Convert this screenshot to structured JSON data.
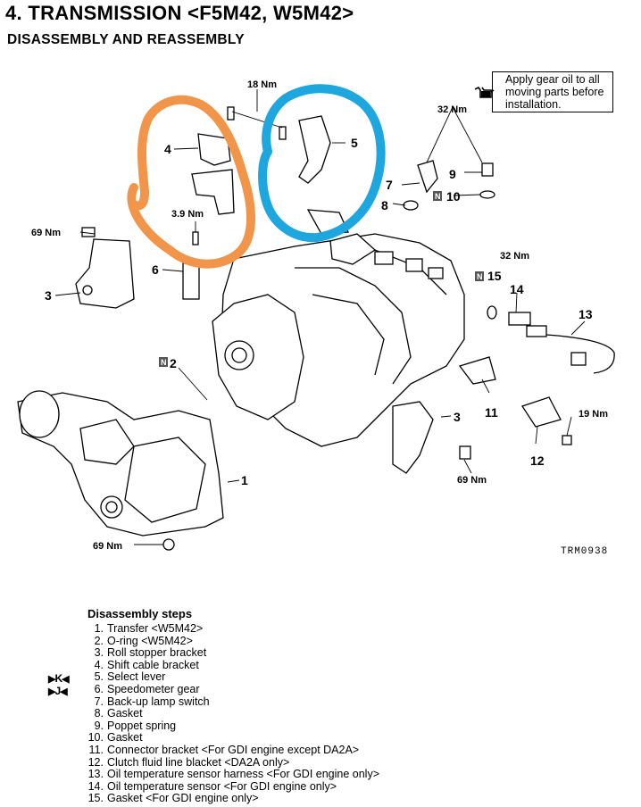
{
  "header": {
    "title": "4. TRANSMISSION <F5M42, W5M42>",
    "subtitle": "DISASSEMBLY AND REASSEMBLY"
  },
  "note": {
    "text_lines": [
      "Apply gear oil to all",
      "moving parts before",
      "installation."
    ],
    "icon": "oil-can-icon"
  },
  "diagram": {
    "part_labels": [
      "1",
      "2",
      "3",
      "4",
      "5",
      "6",
      "7",
      "8",
      "9",
      "10",
      "11",
      "12",
      "13",
      "14",
      "15",
      "3"
    ],
    "torque_labels": [
      "18 Nm",
      "32 Nm",
      "32 Nm",
      "69 Nm",
      "3.9 Nm",
      "19 Nm",
      "69 Nm",
      "69 Nm"
    ],
    "figure_code": "TRM0938",
    "annotation_colors": {
      "orange": "#f0954a",
      "blue": "#1ea6df"
    },
    "n_mark": "N"
  },
  "steps": {
    "title": "Disassembly steps",
    "items": [
      {
        "num": "1.",
        "text": "Transfer <W5M42>"
      },
      {
        "num": "2.",
        "text": "O-ring <W5M42>"
      },
      {
        "num": "3.",
        "text": "Roll stopper bracket"
      },
      {
        "num": "4.",
        "text": "Shift cable bracket"
      },
      {
        "num": "5.",
        "text": "Select lever"
      },
      {
        "num": "6.",
        "text": "Speedometer gear"
      },
      {
        "num": "7.",
        "text": "Back-up lamp switch"
      },
      {
        "num": "8.",
        "text": "Gasket"
      },
      {
        "num": "9.",
        "text": "Poppet spring"
      },
      {
        "num": "10.",
        "text": "Gasket"
      },
      {
        "num": "11.",
        "text": "Connector bracket <For GDI engine except DA2A>"
      },
      {
        "num": "12.",
        "text": "Clutch fluid line blacket <DA2A only>"
      },
      {
        "num": "13.",
        "text": "Oil temperature sensor harness <For GDI engine only>"
      },
      {
        "num": "14.",
        "text": "Oil temperature sensor <For GDI engine only>"
      },
      {
        "num": "15.",
        "text": "Gasket <For GDI engine only>"
      }
    ],
    "markers": [
      {
        "step": "5",
        "letter": "K"
      },
      {
        "step": "6",
        "letter": "J"
      }
    ]
  }
}
